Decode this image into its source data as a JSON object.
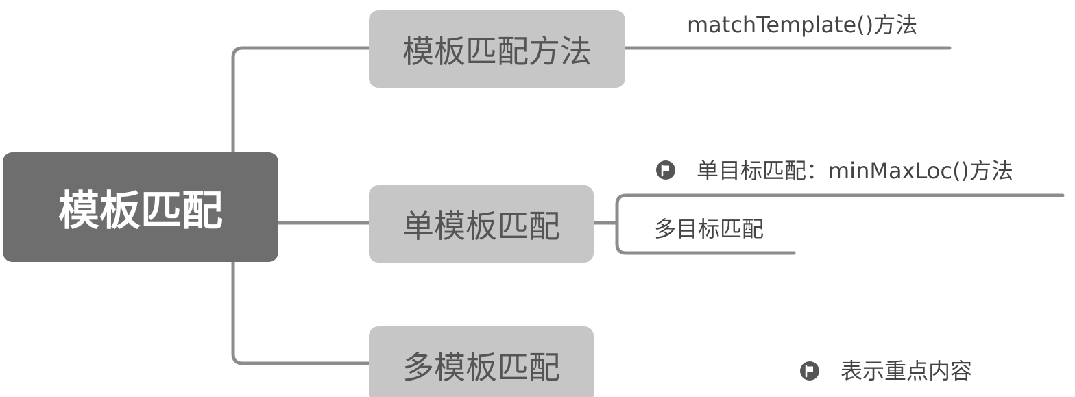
{
  "mindmap": {
    "root": {
      "label": "模板匹配"
    },
    "branches": [
      {
        "label": "模板匹配方法",
        "children": [
          {
            "label": "matchTemplate()方法",
            "flagged": false
          }
        ]
      },
      {
        "label": "单模板匹配",
        "children": [
          {
            "label": "单目标匹配：minMaxLoc()方法",
            "flagged": true,
            "icon": "flag-icon"
          },
          {
            "label": "多目标匹配",
            "flagged": false
          }
        ]
      },
      {
        "label": "多模板匹配",
        "children": []
      }
    ]
  },
  "legend": {
    "icon": "flag-icon",
    "label": "表示重点内容"
  },
  "colors": {
    "root_fill": "#6e6e6e",
    "branch_fill": "#c6c6c6",
    "connector": "#8c8c8c",
    "icon": "#555555"
  }
}
